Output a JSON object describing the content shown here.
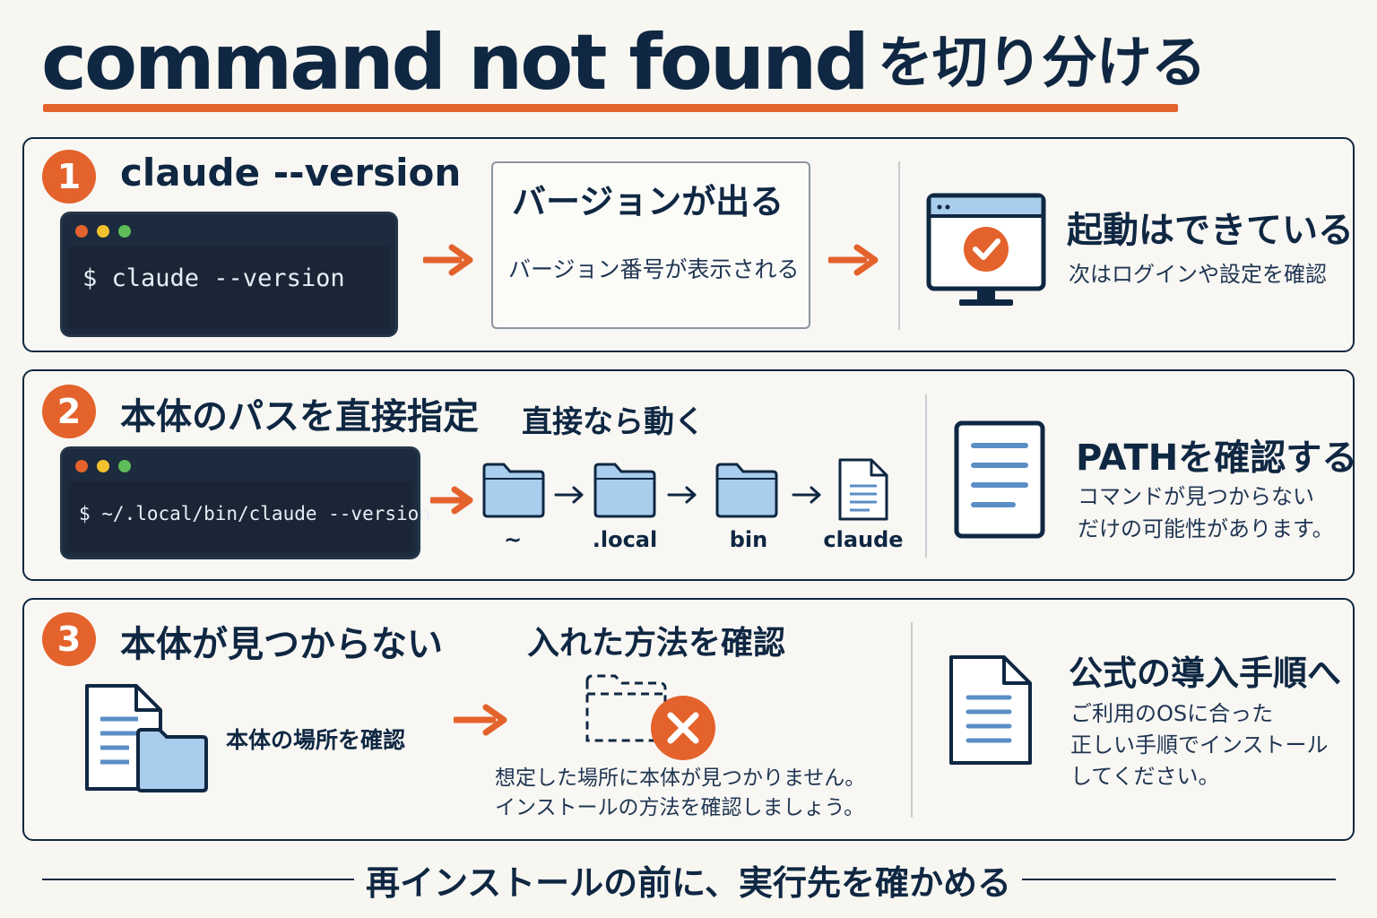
{
  "title": {
    "main": "command not found",
    "sub": "を切り分ける"
  },
  "step1": {
    "number": "1",
    "heading": "claude --version",
    "command": "$ claude --version",
    "result_title": "バージョンが出る",
    "result_desc": "バージョン番号が表示される",
    "outcome_title": "起動はできている",
    "outcome_desc": "次はログインや設定を確認"
  },
  "step2": {
    "number": "2",
    "heading": "本体のパスを直接指定",
    "command": "$ ~/.local/bin/claude --version",
    "flow_title": "直接なら動く",
    "path_parts": [
      "~",
      ".local",
      "bin",
      "claude"
    ],
    "outcome_title": "PATHを確認する",
    "outcome_desc_1": "コマンドが見つからない",
    "outcome_desc_2": "だけの可能性があります。"
  },
  "step3": {
    "number": "3",
    "heading": "本体が見つからない",
    "left_label": "本体の場所を確認",
    "middle_title": "入れた方法を確認",
    "middle_desc_1": "想定した場所に本体が見つかりません。",
    "middle_desc_2": "インストールの方法を確認しましょう。",
    "outcome_title": "公式の導入手順へ",
    "outcome_desc_1": "ご利用のOSに合った",
    "outcome_desc_2": "正しい手順でインストール",
    "outcome_desc_3": "してください。"
  },
  "footer": "再インストールの前に、実行先を確かめる",
  "colors": {
    "navy": "#0f2742",
    "accent": "#e4622c",
    "folder_blue": "#a9cdec",
    "background": "#f7f6f1"
  }
}
